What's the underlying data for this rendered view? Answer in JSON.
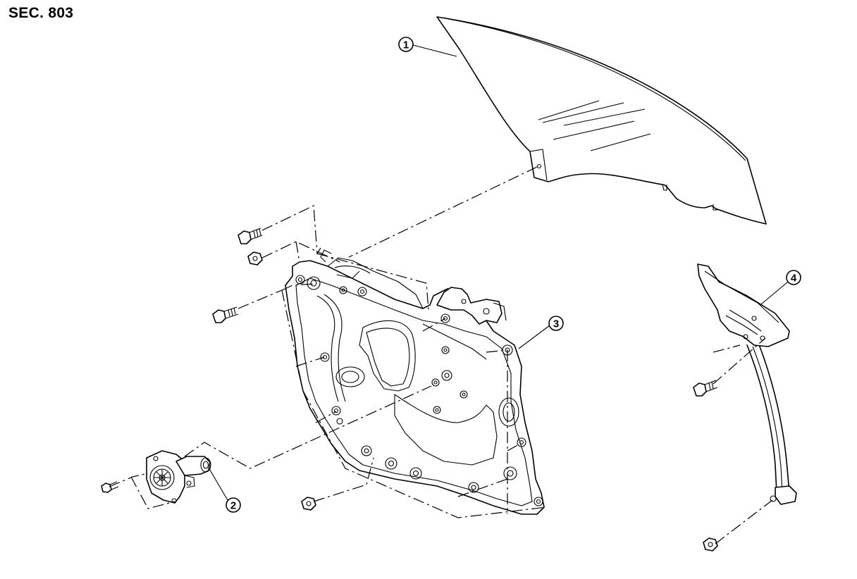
{
  "section_label": "SEC. 803",
  "callouts": [
    {
      "label": "1"
    },
    {
      "label": "2"
    },
    {
      "label": "3"
    },
    {
      "label": "4"
    }
  ]
}
